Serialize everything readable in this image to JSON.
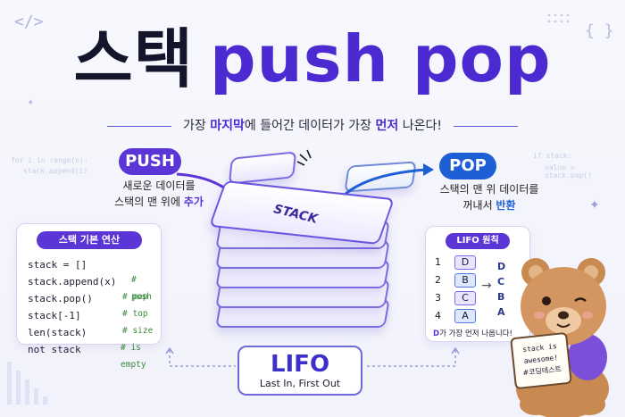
{
  "deco": {
    "code_tag": "</>",
    "braces": "{ }",
    "code_left_1": "for i in range(n):",
    "code_left_2": "stack.append(i)",
    "code_right_1": "if stack:",
    "code_right_2": "value = stack.pop()"
  },
  "title": {
    "ko": "스택",
    "en": "push pop"
  },
  "subtitle": {
    "p1": "가장 ",
    "h1": "마지막",
    "p2": "에 들어간 데이터가 가장 ",
    "h2": "먼저",
    "p3": " 나온다!"
  },
  "push": {
    "label": "PUSH",
    "line1": "새로운 데이터를",
    "line2a": "스택의 맨 위에 ",
    "line2b": "추가"
  },
  "pop": {
    "label": "POP",
    "line1": "스택의 맨 위 데이터를",
    "line2a": "꺼내서 ",
    "line2b": "반환"
  },
  "stack_label": "STACK",
  "basics": {
    "title": "스택 기본 연산",
    "rows": [
      {
        "code": "stack = []",
        "comment": ""
      },
      {
        "code": "stack.append(x)",
        "comment": "# push"
      },
      {
        "code": "stack.pop()",
        "comment": "# pop"
      },
      {
        "code": "stack[-1]",
        "comment": "# top"
      },
      {
        "code": "len(stack)",
        "comment": "# size"
      },
      {
        "code": "not stack",
        "comment": "# is empty"
      }
    ]
  },
  "lifo_card": {
    "title": "LIFO 원칙",
    "numbers": [
      "1",
      "2",
      "3",
      "4"
    ],
    "left": [
      "D",
      "B",
      "C",
      "A"
    ],
    "right": [
      "D",
      "C",
      "B",
      "A"
    ],
    "note_a": "D",
    "note_b": "가 가장 먼저 나옵니다!"
  },
  "lifo": {
    "title": "LIFO",
    "sub": "Last In, First Out"
  },
  "bear_sign": {
    "line1": "stack is",
    "line2": "awesome!",
    "line3": "#코딩테스트"
  },
  "colors": {
    "primary": "#5b35d5",
    "secondary": "#1e5fd6",
    "accent_green": "#3a8a3a"
  }
}
